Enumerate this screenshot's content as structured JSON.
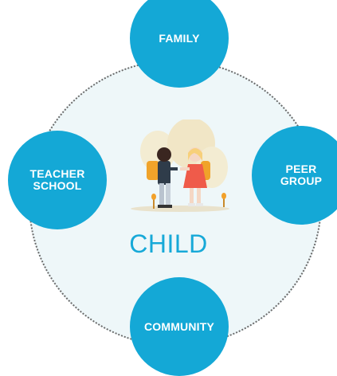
{
  "colors": {
    "node_fill": "#14a8d6",
    "center_text": "#17a9d8",
    "background_circle": "#eef7f9",
    "dotted_border": "#6b6b6b"
  },
  "center": {
    "label": "CHILD"
  },
  "nodes": [
    {
      "id": "family",
      "label": "FAMILY"
    },
    {
      "id": "teacher_school",
      "label": "TEACHER\nSCHOOL"
    },
    {
      "id": "peer_group",
      "label": "PEER\nGROUP"
    },
    {
      "id": "community",
      "label": "COMMUNITY"
    }
  ],
  "illustration": {
    "icon": "children-with-backpacks-icon"
  }
}
